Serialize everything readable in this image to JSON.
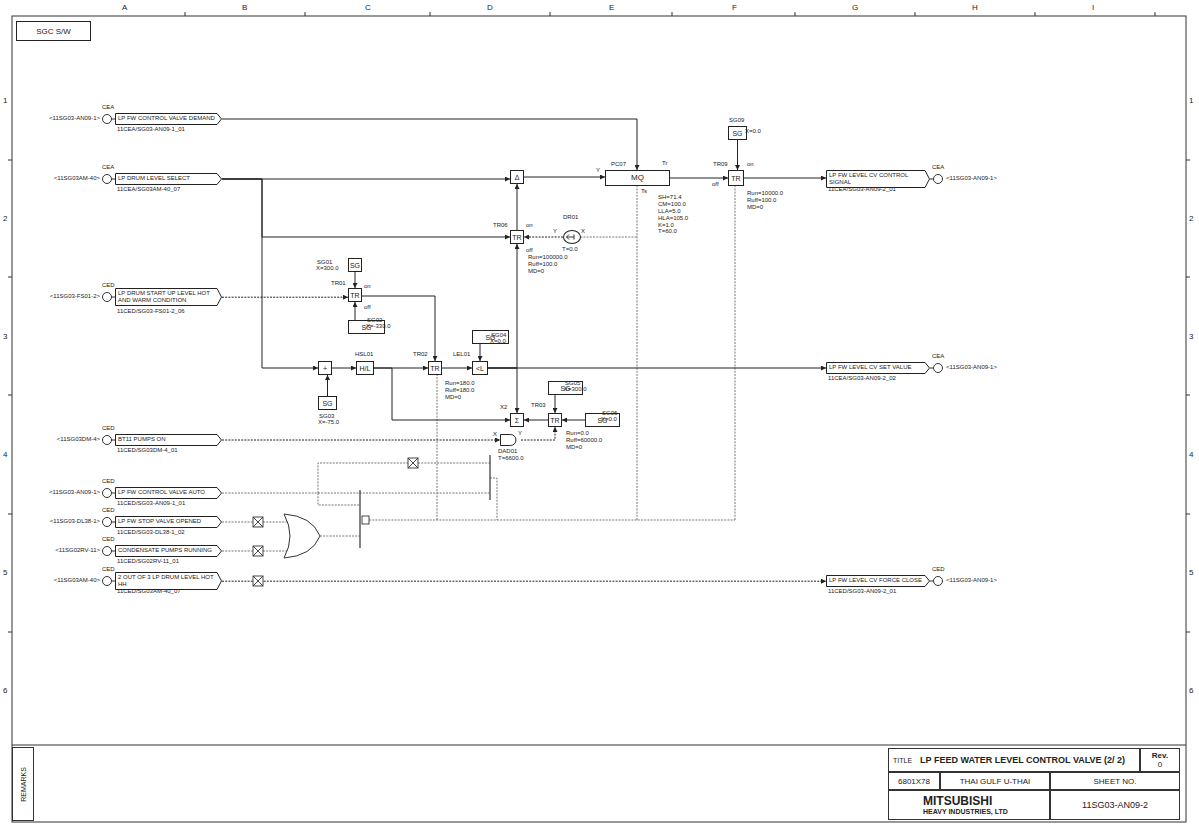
{
  "diagram": {
    "nodes": [
      {
        "text": [
          "SGC S/W"
        ]
      },
      {
        "text": [
          "LP FW CONTROL VALVE DEMAND"
        ]
      },
      {
        "text": [
          "LP DRUM LEVEL SELECT"
        ]
      },
      {
        "text": [
          "LP DRUM START UP LEVEL HOT AND WARM CONDITION"
        ]
      },
      {
        "text": [
          "BT11 PUMPS ON"
        ]
      },
      {
        "text": [
          "LP FW CONTROL VALVE AUTO"
        ]
      },
      {
        "text": [
          "LP FW STOP VALVE OPENED"
        ]
      },
      {
        "text": [
          "CONDENSATE PUMPS RUNNING"
        ]
      },
      {
        "text": [
          "2 OUT OF 3 LP DRUM LEVEL HOT HH"
        ]
      },
      {
        "text": [
          "LP FW LEVEL CV CONTROL SIGNAL"
        ]
      },
      {
        "text": [
          "LP FW LEVEL CV SET VALUE"
        ]
      },
      {
        "text": [
          "LP FW LEVEL CV FORCE CLOSE"
        ]
      },
      {
        "text": [
          "Δ"
        ]
      },
      {
        "text": [
          "MQ",
          "PC07"
        ]
      },
      {
        "text": [
          "SG",
          "SG09"
        ]
      },
      {
        "text": [
          "TR",
          "TR09"
        ]
      },
      {
        "text": [
          "TR",
          "TR06"
        ]
      },
      {
        "text": [
          "DR01"
        ]
      },
      {
        "text": [
          "SG",
          "SG01"
        ]
      },
      {
        "text": [
          "TR",
          "TR01"
        ]
      },
      {
        "text": [
          "SG",
          "SG02"
        ]
      },
      {
        "text": [
          "+"
        ]
      },
      {
        "text": [
          "SG",
          "SG03"
        ]
      },
      {
        "text": [
          "H/L",
          "HSL01"
        ]
      },
      {
        "text": [
          "TR",
          "TR02"
        ]
      },
      {
        "text": [
          "<L",
          "LEL01"
        ]
      },
      {
        "text": [
          "SG",
          "SG04"
        ]
      },
      {
        "text": [
          "Σ"
        ]
      },
      {
        "text": [
          "TR",
          "TR03"
        ]
      },
      {
        "text": [
          "SG",
          "SG05"
        ]
      },
      {
        "text": [
          "SG",
          "SG06"
        ]
      },
      {
        "text": [
          "DAD01"
        ]
      },
      {
        "text": [
          "TITLE",
          "LP FEED WATER LEVEL CONTROL VALVE (2/ 2)"
        ]
      },
      {
        "text": [
          "Rev.",
          "0"
        ]
      },
      {
        "text": [
          "6801X78"
        ]
      },
      {
        "text": [
          "THAI GULF U-THAI"
        ]
      },
      {
        "text": [
          "SHEET NO."
        ]
      },
      {
        "text": [
          "MITSUBISHI",
          "HEAVY INDUSTRIES, LTD"
        ]
      },
      {
        "text": [
          "11SG03-AN09-2"
        ]
      },
      {
        "text": [
          "REMARKS"
        ]
      }
    ],
    "edges": [
      {
        "from": 1,
        "to": 13,
        "arrow": "to"
      },
      {
        "from": 2,
        "to": 12,
        "arrow": "to"
      },
      {
        "from": 2,
        "to": 16,
        "arrow": "to"
      },
      {
        "from": 2,
        "to": 21,
        "arrow": "to"
      },
      {
        "from": 12,
        "to": 13,
        "arrow": "to"
      },
      {
        "from": 13,
        "to": 15,
        "arrow": "to"
      },
      {
        "from": 14,
        "to": 15,
        "arrow": "to"
      },
      {
        "from": 15,
        "to": 9,
        "arrow": "to"
      },
      {
        "from": 16,
        "to": 12,
        "arrow": "to"
      },
      {
        "from": 17,
        "to": 16,
        "arrow": "to"
      },
      {
        "from": 18,
        "to": 19,
        "arrow": "to"
      },
      {
        "from": 20,
        "to": 19,
        "arrow": "to"
      },
      {
        "from": 3,
        "to": 19,
        "arrow": "to"
      },
      {
        "from": 19,
        "to": 24,
        "arrow": "to"
      },
      {
        "from": 21,
        "to": 23,
        "arrow": "to"
      },
      {
        "from": 22,
        "to": 21,
        "arrow": "to"
      },
      {
        "from": 23,
        "to": 24,
        "arrow": "to"
      },
      {
        "from": 23,
        "to": 27,
        "arrow": "to"
      },
      {
        "from": 24,
        "to": 25,
        "arrow": "to"
      },
      {
        "from": 26,
        "to": 25,
        "arrow": "to"
      },
      {
        "from": 25,
        "to": 16,
        "arrow": "to"
      },
      {
        "from": 25,
        "to": 10,
        "arrow": "to"
      },
      {
        "from": 25,
        "to": 27,
        "arrow": "to"
      },
      {
        "from": 28,
        "to": 27,
        "arrow": "to"
      },
      {
        "from": 29,
        "to": 28,
        "arrow": "to"
      },
      {
        "from": 30,
        "to": 28,
        "arrow": "to"
      },
      {
        "from": 4,
        "to": 31,
        "arrow": "to"
      },
      {
        "from": 31,
        "to": 28,
        "arrow": "to"
      },
      {
        "from": 8,
        "to": 11,
        "arrow": "to"
      }
    ],
    "labels": [
      "A",
      "B",
      "C",
      "D",
      "E",
      "F",
      "G",
      "H",
      "I",
      "1",
      "2",
      "3",
      "4",
      "5",
      "6",
      "1",
      "2",
      "3",
      "4",
      "5",
      "6",
      "<11SG03-AN09-1>",
      "<11SG03AM-40>",
      "<11SG03-FS01-2>",
      "<11SG03DM-4>",
      "<11SG03-AN09-1>",
      "<11SG03-DL38-1>",
      "<11SG02RV-11>",
      "<11SG03AM-40>",
      "CEA",
      "CEA",
      "CED",
      "CED",
      "CED",
      "CED",
      "CED",
      "CED",
      "11CEA/SG03-AN09-1_01",
      "11CEA/SG03AM-40_07",
      "11CED/SG03-FS01-2_06",
      "11CED/SG03DM-4_01",
      "11CED/SG03-AN09-1_01",
      "11CED/SG03-DL38-1_02",
      "11CED/SG02RV-11_01",
      "11CED/SG03AM-40_07",
      "11CEA/SG03-AN09-2_01",
      "11CEA/SG03-AN09-2_02",
      "11CED/SG03-AN09-2_01",
      "CEA",
      "CEA",
      "CED",
      "<11SG03-AN09-1>",
      "<11SG03-AN09-1>",
      "<11SG03-AN09-1>",
      "Y",
      "Tr",
      "Ts",
      "SH=71.4 CM=100.0 LLA=5.0 HLA=105.0 K=1.0 T=60.0",
      "X=0.0",
      "on",
      "off",
      "Run=10000.0 Ruff=100.0 MD=0",
      "on",
      "off",
      "Run=100000.0 Ruff=100.0 MD=0",
      "Y",
      "X",
      "T=0.0",
      "X=300.0",
      "on",
      "off",
      "X=-330.0",
      "X=-75.0",
      "Run=180.0 Ruff=180.0 MD=0",
      "X=0.0",
      "X2",
      "X=300.0",
      "X=0.0",
      "Run=0.0 Ruff=60000.0 MD=0",
      "X",
      "Y",
      "T=6600.0"
    ]
  }
}
